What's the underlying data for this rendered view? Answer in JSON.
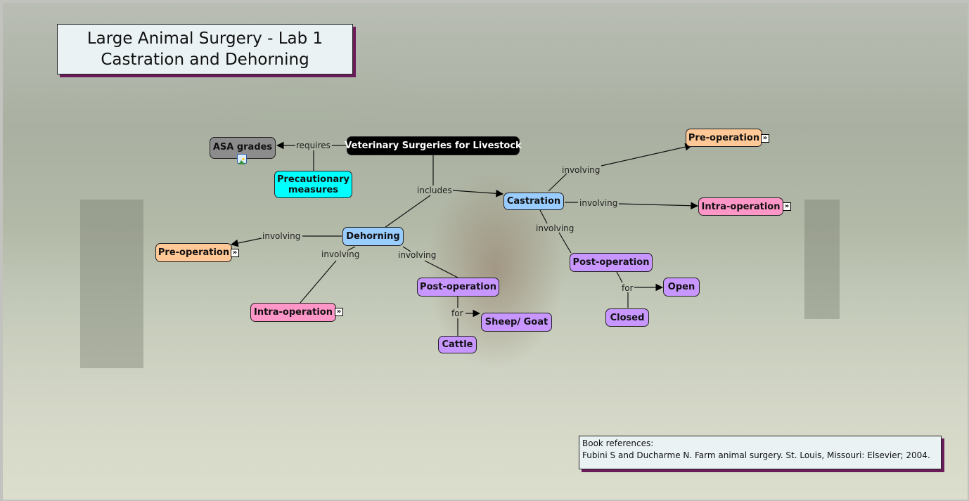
{
  "title": {
    "line1": "Large Animal Surgery - Lab 1",
    "line2": "Castration and Dehorning"
  },
  "references": {
    "heading": "Book references:",
    "citation": "Fubini S and Ducharme N. Farm animal surgery. St. Louis, Missouri: Elsevier; 2004."
  },
  "colors": {
    "root": "#000000",
    "asa": "#8c8c8c",
    "precaution": "#00ffff",
    "category": "#99ccff",
    "pre_op": "#ffc896",
    "intra_op": "#ff96c8",
    "post_op": "#c896ff",
    "shadow": "#6b1a5a"
  },
  "nodes": {
    "root": "Veterinary Surgeries for Livestock",
    "asa_grades": "ASA grades",
    "precautionary_line1": "Precautionary",
    "precautionary_line2": "measures",
    "castration": "Castration",
    "dehorning": "Dehorning",
    "castration_pre_op": "Pre-operation",
    "castration_intra_op": "Intra-operation",
    "castration_post_op": "Post-operation",
    "open": "Open",
    "closed": "Closed",
    "dehorning_pre_op": "Pre-operation",
    "dehorning_intra_op": "Intra-operation",
    "dehorning_post_op": "Post-operation",
    "sheep_goat": "Sheep/ Goat",
    "cattle": "Cattle"
  },
  "links": {
    "requires": "requires",
    "includes": "includes",
    "castration_involving_pre": "involving",
    "castration_involving_intra": "involving",
    "castration_involving_post": "involving",
    "castration_for": "for",
    "dehorning_involving_pre": "involving",
    "dehorning_involving_intra": "involving",
    "dehorning_involving_post": "involving",
    "dehorning_for": "for"
  },
  "icons": {
    "expand": "»",
    "image": "image-icon"
  }
}
